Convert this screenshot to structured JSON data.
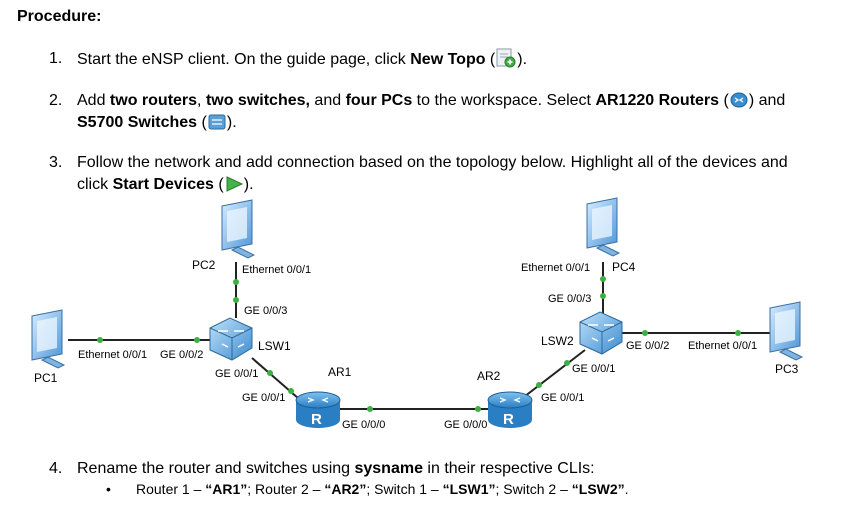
{
  "heading": "Procedure:",
  "steps": [
    {
      "num": "1.",
      "text1": "Start the eNSP client. On the guide page, click ",
      "bold1": "New Topo",
      "text2": " (",
      "text3": ")."
    },
    {
      "num": "2.",
      "text1": "Add ",
      "bold1": "two routers",
      "text2": ", ",
      "bold2": "two switches,",
      "text3": " and ",
      "bold3": "four PCs",
      "text4": " to the workspace. Select ",
      "bold4": "AR1220 Routers",
      "text5": " (",
      "text6": ") and",
      "line2_bold": "S5700 Switches",
      "line2_text1": " (",
      "line2_text2": ")."
    },
    {
      "num": "3.",
      "text1": "Follow the network and add connection based on the topology below. Highlight all of the devices and",
      "line2_text1": "click ",
      "line2_bold": "Start Devices",
      "line2_text2": " (",
      "line2_text3": ")."
    },
    {
      "num": "4.",
      "text1": "Rename the router and switches using ",
      "bold1": "sysname",
      "text2": " in their respective CLIs:"
    }
  ],
  "bullet": {
    "symbol": "•",
    "t1": "Router 1 – ",
    "b1": "“AR1”",
    "t2": "; Router 2 – ",
    "b2": "“AR2”",
    "t3": "; Switch 1 – ",
    "b3": "“LSW1”",
    "t4": "; Switch 2 – ",
    "b4": "“LSW2”",
    "t5": "."
  },
  "topology": {
    "devices": {
      "pc1": "PC1",
      "pc2": "PC2",
      "pc3": "PC3",
      "pc4": "PC4",
      "lsw1": "LSW1",
      "lsw2": "LSW2",
      "ar1": "AR1",
      "ar2": "AR2"
    },
    "ports": {
      "pc2_eth": "Ethernet 0/0/1",
      "lsw1_ge3": "GE 0/0/3",
      "pc1_eth": "Ethernet 0/0/1",
      "lsw1_ge2": "GE 0/0/2",
      "lsw1_ge1": "GE 0/0/1",
      "ar1_ge1": "GE 0/0/1",
      "ar1_ge0": "GE 0/0/0",
      "ar2_ge0": "GE 0/0/0",
      "ar2_ge1": "GE 0/0/1",
      "lsw2_ge1": "GE 0/0/1",
      "pc4_eth": "Ethernet 0/0/1",
      "lsw2_ge3": "GE 0/0/3",
      "lsw2_ge2": "GE 0/0/2",
      "pc3_eth": "Ethernet 0/0/1"
    },
    "router_glyph": "R",
    "colors": {
      "link": "#222222",
      "port_dot": "#3cb043",
      "router": "#2c8fd6",
      "switch": "#1f8ad0",
      "pc": "#5aa0e0"
    }
  }
}
